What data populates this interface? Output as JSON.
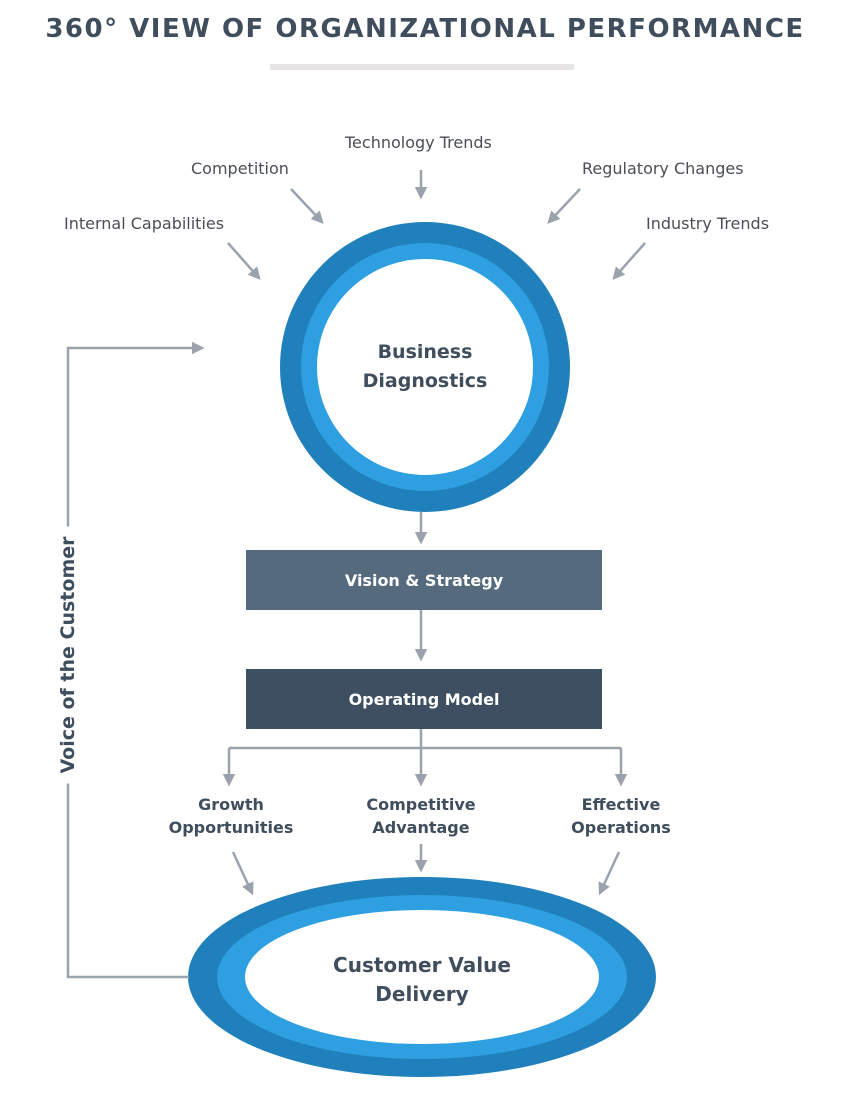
{
  "title": "360° VIEW OF ORGANIZATIONAL PERFORMANCE",
  "factors": {
    "internal": "Internal Capabilities",
    "competition": "Competition",
    "technology": "Technology Trends",
    "regulatory": "Regulatory Changes",
    "industry": "Industry Trends"
  },
  "business_diagnostics": {
    "line1": "Business",
    "line2": "Diagnostics"
  },
  "vision_strategy": "Vision & Strategy",
  "operating_model": "Operating Model",
  "outcomes": {
    "growth": {
      "line1": "Growth",
      "line2": "Opportunities"
    },
    "competitive": {
      "line1": "Competitive",
      "line2": "Advantage"
    },
    "effective": {
      "line1": "Effective",
      "line2": "Operations"
    }
  },
  "customer_value": {
    "line1": "Customer Value",
    "line2": "Delivery"
  },
  "voice_of_customer": "Voice of the Customer",
  "colors": {
    "ring_outer": "#1f80bb",
    "ring_inner": "#2e9fe0",
    "arrow": "#9aa3ad",
    "title": "#3f4d5c",
    "box_vision": "#556a7c",
    "box_operating": "#3d4f60"
  }
}
